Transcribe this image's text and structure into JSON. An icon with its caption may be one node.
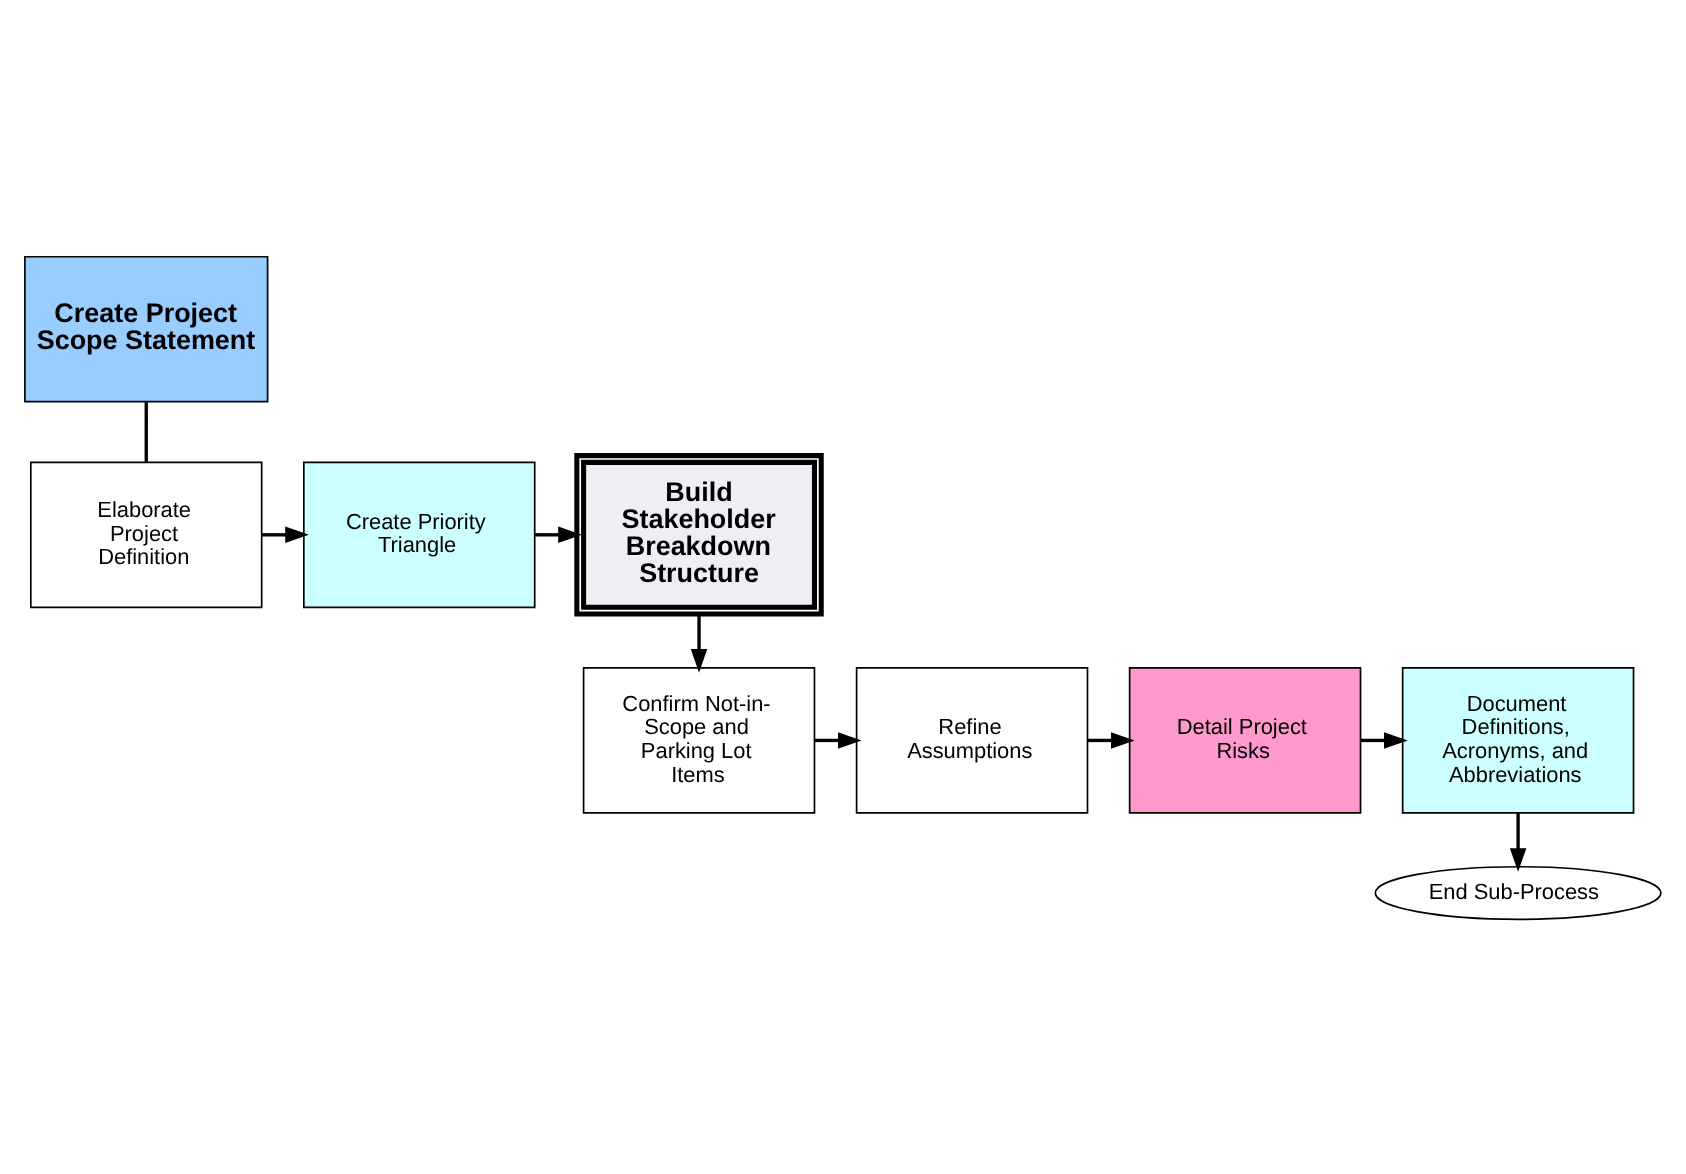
{
  "diagram": {
    "nodes": [
      {
        "text": [
          "Create Project Scope Statement"
        ]
      },
      {
        "text": [
          "Elaborate Project Definition"
        ]
      },
      {
        "text": [
          "Create Priority Triangle"
        ]
      },
      {
        "text": [
          "Build Stakeholder Breakdown Structure"
        ]
      },
      {
        "text": [
          "Confirm Not-in-Scope and Parking Lot Items"
        ]
      },
      {
        "text": [
          "Refine Assumptions"
        ]
      },
      {
        "text": [
          "Detail Project Risks"
        ]
      },
      {
        "text": [
          "Document Definitions, Acronyms, and Abbreviations"
        ]
      },
      {
        "text": [
          "End Sub-Process"
        ]
      }
    ],
    "edges": [
      {
        "from": 0,
        "to": 1,
        "arrow": "none"
      },
      {
        "from": 1,
        "to": 2,
        "arrow": "to"
      },
      {
        "from": 2,
        "to": 3,
        "arrow": "to"
      },
      {
        "from": 3,
        "to": 4,
        "arrow": "to"
      },
      {
        "from": 4,
        "to": 5,
        "arrow": "to"
      },
      {
        "from": 5,
        "to": 6,
        "arrow": "to"
      },
      {
        "from": 6,
        "to": 7,
        "arrow": "to"
      },
      {
        "from": 7,
        "to": 8,
        "arrow": "to"
      }
    ]
  }
}
